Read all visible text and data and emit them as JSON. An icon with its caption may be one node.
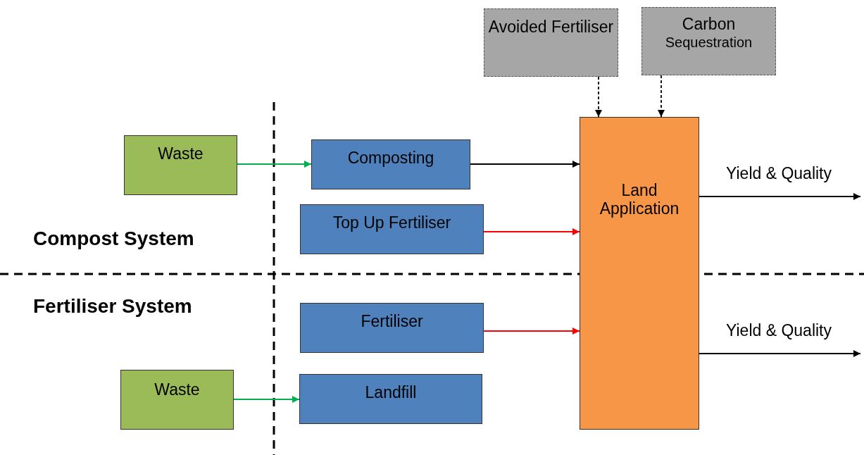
{
  "diagram": {
    "nodes": [
      {
        "text": [
          "Avoided Fertiliser"
        ]
      },
      {
        "text": [
          "Carbon",
          "Sequestration"
        ]
      },
      {
        "text": [
          "Waste"
        ]
      },
      {
        "text": [
          "Composting"
        ]
      },
      {
        "text": [
          "Top Up Fertiliser"
        ]
      },
      {
        "text": [
          "Land Application"
        ]
      },
      {
        "text": [
          "Fertiliser"
        ]
      },
      {
        "text": [
          "Waste"
        ]
      },
      {
        "text": [
          "Landfill"
        ]
      }
    ],
    "edges": [
      {
        "from": 0,
        "to": 5,
        "arrow": "to",
        "style": "dashed"
      },
      {
        "from": 1,
        "to": 5,
        "arrow": "to",
        "style": "dashed"
      },
      {
        "from": 2,
        "to": 3,
        "arrow": "to",
        "color": "#00b050"
      },
      {
        "from": 3,
        "to": 5,
        "arrow": "to"
      },
      {
        "from": 4,
        "to": 5,
        "arrow": "to",
        "color": "#ff0000"
      },
      {
        "from": 6,
        "to": 5,
        "arrow": "to",
        "color": "#ff0000"
      },
      {
        "from": 7,
        "to": 8,
        "arrow": "to",
        "color": "#00b050"
      },
      {
        "from": 5,
        "to": null,
        "arrow": "to",
        "label": "Yield & Quality"
      },
      {
        "from": 5,
        "to": null,
        "arrow": "to",
        "label": "Yield & Quality"
      }
    ],
    "labels": [
      "Compost System",
      "Fertiliser System"
    ]
  }
}
